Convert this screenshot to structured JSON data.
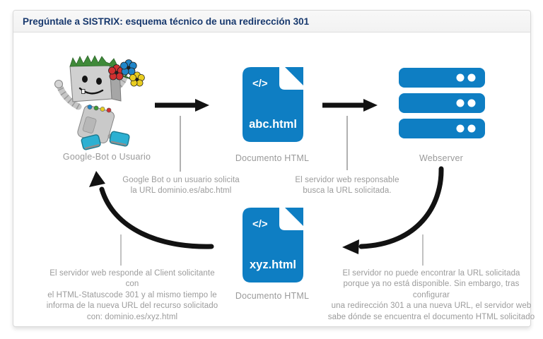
{
  "header": {
    "title": "Pregúntale a SISTRIX: esquema técnico de una redirección 301"
  },
  "nodes": {
    "googlebot": {
      "label": "Google-Bot o Usuario"
    },
    "document_abc": {
      "code_glyph": "</>",
      "filename": "abc.html",
      "label": "Documento HTML"
    },
    "webserver": {
      "label": "Webserver"
    },
    "document_xyz": {
      "code_glyph": "</>",
      "filename": "xyz.html",
      "label": "Documento HTML"
    }
  },
  "annotations": {
    "request": "Google Bot o un usuario solicita\nla URL dominio.es/abc.html",
    "lookup": "El servidor web responsable\nbusca la URL solicitada.",
    "not_found_redirect": "El servidor no puede encontrar la URL solicitada\nporque ya no está disponible. Sin embargo, tras configurar\nuna redirección 301 a una nueva URL, el servidor web\nsabe dónde se encuentra el documento HTML solicitado",
    "response_301": "El servidor web responde al Client solicitante con\nel HTML-Statuscode 301 y al mismo tiempo le\ninforma de la nueva URL del recurso solicitado\ncon: dominio.es/xyz.html"
  },
  "colors": {
    "icon_blue": "#0e7ec3",
    "arrow_black": "#121212",
    "label_gray": "#9a9a9a",
    "title_navy": "#17386d"
  }
}
